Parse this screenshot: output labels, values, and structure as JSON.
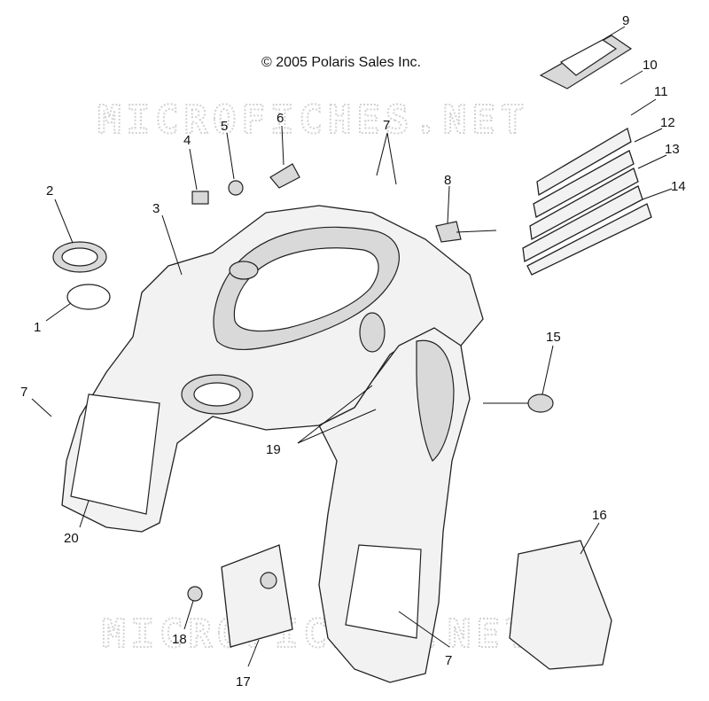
{
  "copyright": "© 2005 Polaris Sales Inc.",
  "watermark": "MICROFICHES.NET",
  "callouts": {
    "c1": "1",
    "c2": "2",
    "c3": "3",
    "c4": "4",
    "c5": "5",
    "c6": "6",
    "c7a": "7",
    "c7b": "7",
    "c7c": "7",
    "c8": "8",
    "c9": "9",
    "c10": "10",
    "c11": "11",
    "c12": "12",
    "c13": "13",
    "c14": "14",
    "c15": "15",
    "c16": "16",
    "c17": "17",
    "c18": "18",
    "c19": "19",
    "c20": "20"
  }
}
